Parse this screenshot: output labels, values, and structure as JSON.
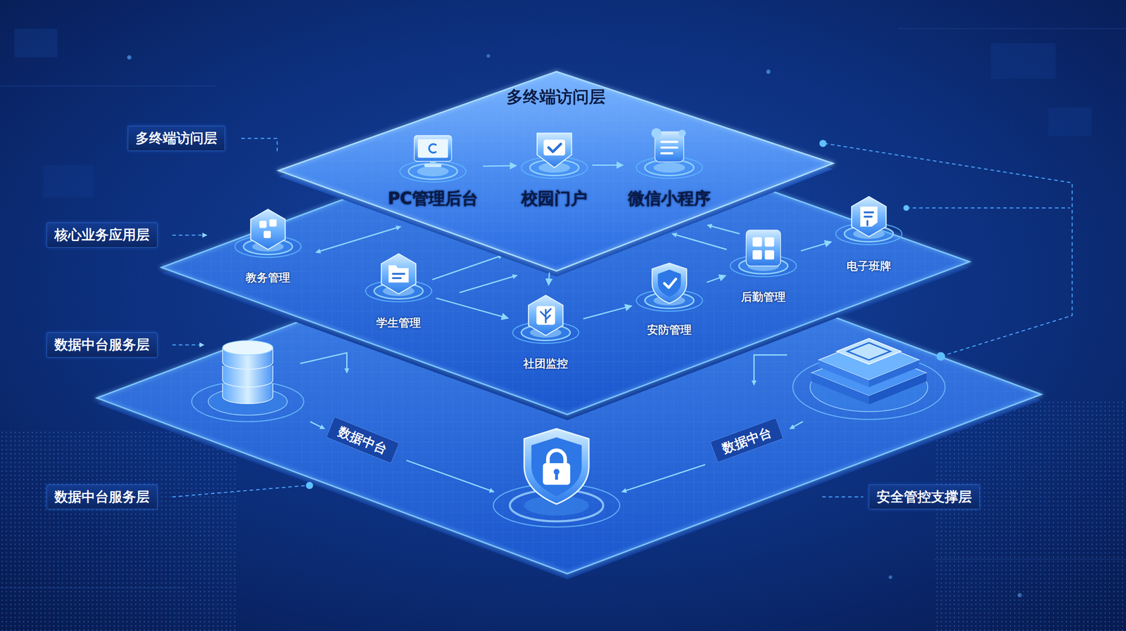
{
  "diagram": {
    "nodes": [
      {
        "text": [
          "多终端访问层"
        ]
      },
      {
        "text": [
          "多终端访问层"
        ]
      },
      {
        "text": [
          "PC管理后台"
        ],
        "in": 1
      },
      {
        "text": [
          "校园门户"
        ],
        "in": 1
      },
      {
        "text": [
          "微信小程序"
        ],
        "in": 1
      },
      {
        "text": [
          "核心业务应用层"
        ]
      },
      {
        "text": [
          "教务管理"
        ]
      },
      {
        "text": [
          "学生管理"
        ]
      },
      {
        "text": [
          "社团监控"
        ]
      },
      {
        "text": [
          "安防管理"
        ]
      },
      {
        "text": [
          "后勤管理"
        ]
      },
      {
        "text": [
          "电子班牌"
        ]
      },
      {
        "text": [
          "数据中台服务层"
        ]
      },
      {
        "text": [
          "数据中台"
        ]
      },
      {
        "text": [
          "数据中台"
        ]
      },
      {
        "text": [
          "数据中台服务层"
        ]
      },
      {
        "text": [
          "安全管控支撑层"
        ]
      }
    ],
    "edges": [
      {
        "from": 2,
        "to": 3,
        "arrow": "to"
      },
      {
        "from": 3,
        "to": 4,
        "arrow": "to"
      },
      {
        "from": 1,
        "to": 8,
        "arrow": "to"
      },
      {
        "from": 7,
        "to": 8,
        "arrow": "to"
      },
      {
        "from": 8,
        "to": 9,
        "arrow": "to"
      },
      {
        "from": 9,
        "to": 10,
        "arrow": "to"
      },
      {
        "from": 10,
        "to": 11,
        "arrow": "to"
      }
    ]
  }
}
